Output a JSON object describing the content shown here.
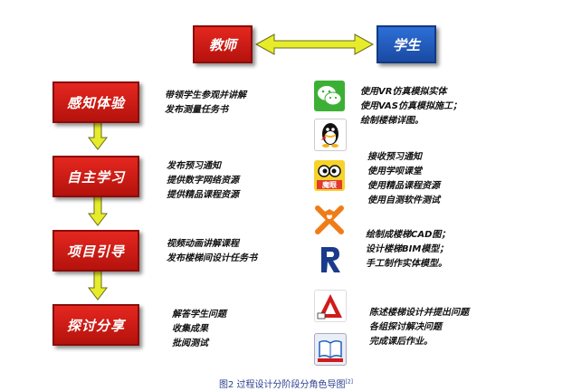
{
  "roles": {
    "teacher": "教师",
    "student": "学生"
  },
  "stages": [
    {
      "label": "感知体验",
      "teacher": [
        "带领学生参观并讲解",
        "发布测量任务书"
      ]
    },
    {
      "label": "自主学习",
      "teacher": [
        "发布预习通知",
        "提供数字网络资源",
        "提供精品课程资源"
      ]
    },
    {
      "label": "项目引导",
      "teacher": [
        "视频动画讲解课程",
        "发布楼梯间设计任务书"
      ]
    },
    {
      "label": "探讨分享",
      "teacher": [
        "解答学生问题",
        "收集成果",
        "批阅测试"
      ]
    }
  ],
  "student_groups": [
    [
      "使用VR仿真模拟实体",
      "使用VAS仿真模拟施工；",
      "绘制楼梯详图。"
    ],
    [
      "接收预习通知",
      "使用学呗课堂",
      "使用精品课程资源",
      "使用自测软件测试"
    ],
    [
      "绘制成楼梯CAD图；",
      "设计楼梯BIM模型；",
      "手工制作实体模型。"
    ],
    [
      "陈述楼梯设计并提出问题",
      "各组探讨解决问题",
      "完成课后作业。"
    ]
  ],
  "icons": [
    {
      "name": "wechat-icon",
      "color": "#3cb034"
    },
    {
      "name": "qq-icon",
      "color": "#111111"
    },
    {
      "name": "moyan-app-icon",
      "color": "#e23b2e",
      "text": "魔眼"
    },
    {
      "name": "xueba-app-icon",
      "color": "#f07c18"
    },
    {
      "name": "revit-icon",
      "color": "#1a3a8c"
    },
    {
      "name": "autocad-icon",
      "color": "#d11a1a"
    },
    {
      "name": "book-app-icon",
      "color": "#1f5fbf"
    }
  ],
  "caption": "图2 过程设计分阶段分角色导图",
  "colors": {
    "red": "#d21c15",
    "blue": "#1f56b8",
    "arrow": "#e6ec2a"
  }
}
